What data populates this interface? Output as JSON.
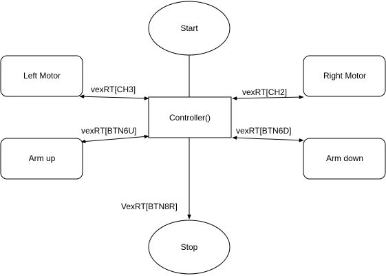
{
  "nodes": {
    "start": "Start",
    "stop": "Stop",
    "controller": "Controller()",
    "left_motor": "Left Motor",
    "right_motor": "Right Motor",
    "arm_up": "Arm up",
    "arm_down": "Arm down"
  },
  "edges": {
    "left_motor": "vexRT[CH3]",
    "right_motor": "vexRT[CH2]",
    "arm_up": "vexRT[BTN6U]",
    "arm_down": "vexRT[BTN6D]",
    "stop": "VexRT[BTN8R]"
  },
  "colors": {
    "stroke": "#000000",
    "fill": "#ffffff"
  }
}
